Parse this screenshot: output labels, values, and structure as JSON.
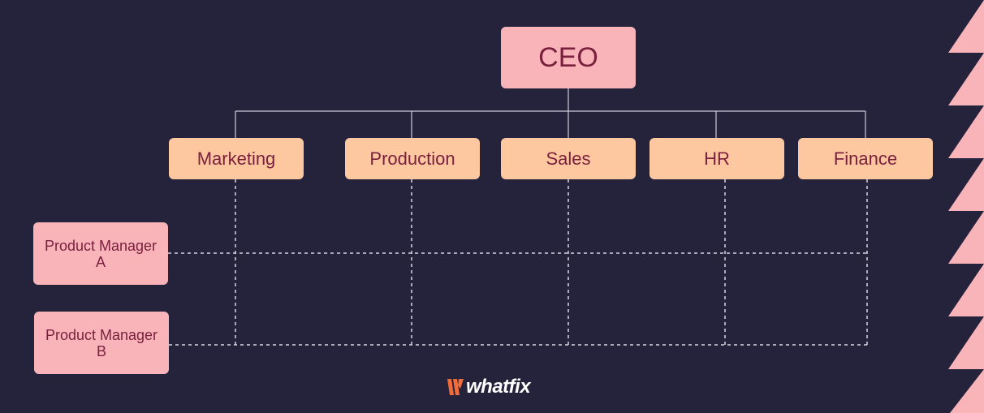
{
  "chart": {
    "root": "CEO",
    "departments": [
      "Marketing",
      "Production",
      "Sales",
      "HR",
      "Finance"
    ],
    "managers": [
      "Product Manager\nA",
      "Product Manager\nB"
    ]
  },
  "logo": {
    "text": "whatfix",
    "icon": "whatfix-logo-icon"
  },
  "colors": {
    "background": "#25223b",
    "root_fill": "#f9b4ba",
    "department_fill": "#fdc79f",
    "manager_fill": "#f9b4ba",
    "text": "#7a1f3d",
    "edge_triangles": "#f9b4ba",
    "connector_lines": "#cfcbdc"
  }
}
